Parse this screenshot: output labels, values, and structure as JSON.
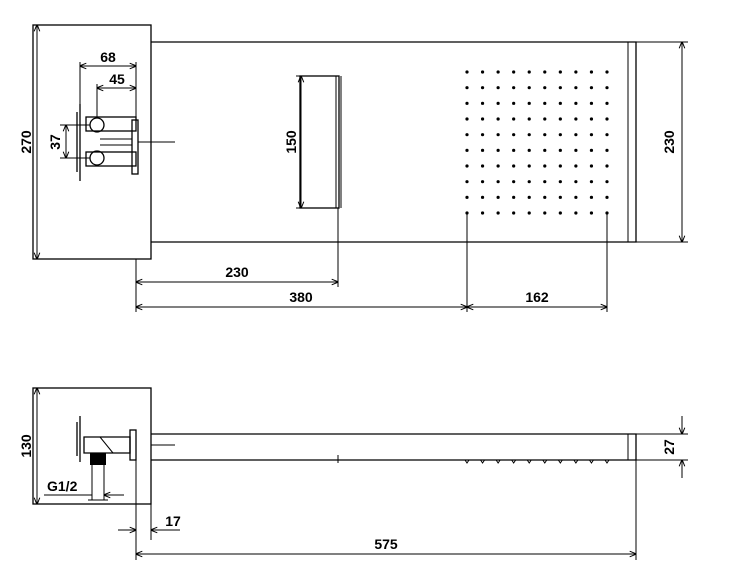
{
  "drawing": {
    "top_view": {
      "dim_width_total": "270",
      "dim_head_height": "230",
      "dim_slot_height": "150",
      "dim_valve_68": "68",
      "dim_valve_45": "45",
      "dim_valve_37": "37",
      "dim_230": "230",
      "dim_380": "380",
      "dim_162": "162"
    },
    "side_view": {
      "dim_130": "130",
      "dim_27": "27",
      "dim_thread": "G1/2",
      "dim_17": "17",
      "dim_575": "575"
    }
  }
}
